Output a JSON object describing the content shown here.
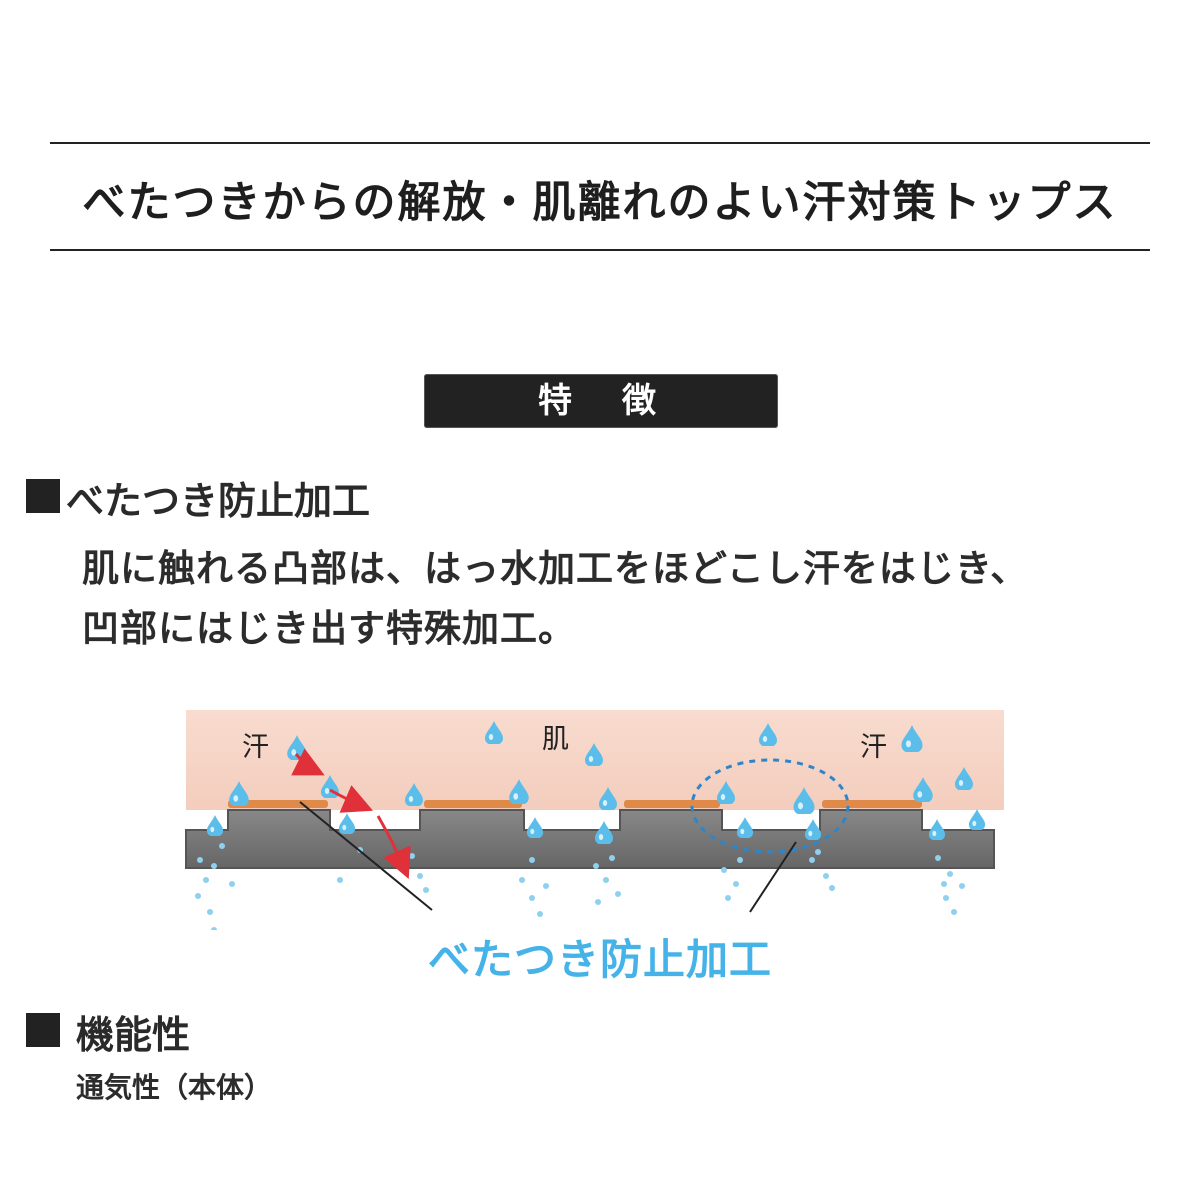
{
  "header": {
    "title": "べたつきからの解放・肌離れのよい汗対策トップス"
  },
  "feature_banner": {
    "label": "特　徴"
  },
  "section1": {
    "heading": "べたつき防止加工",
    "description_line1": "肌に触れる凸部は、はっ水加工をほどこし汗をはじき、",
    "description_line2": "凹部にはじき出す特殊加工。"
  },
  "diagram": {
    "label_sweat_left": "汗",
    "label_skin": "肌",
    "label_sweat_right": "汗",
    "caption": "べたつき防止加工",
    "colors": {
      "skin": "#f6d3c3",
      "fabric": "#6f6f6f",
      "coating": "#e08a4a",
      "droplet": "#5bbde9",
      "arrow": "#e0303a",
      "caption": "#45b3e8"
    }
  },
  "section2": {
    "heading": "機能性",
    "sub": "通気性（本体）"
  }
}
